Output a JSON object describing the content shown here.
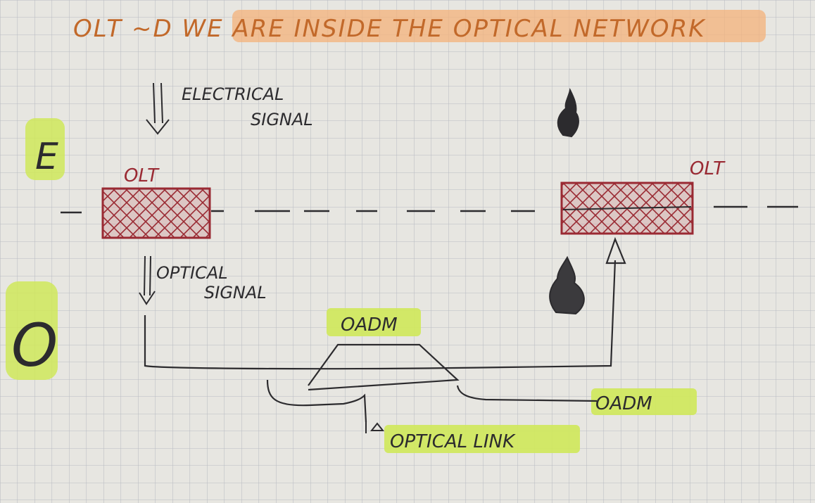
{
  "title": "OLT ~D WE ARE INSIDE THE OPTICAL NETWORK",
  "labels": {
    "electrical_signal_line1": "ELECTRICAL",
    "electrical_signal_line2": "SIGNAL",
    "olt_left": "OLT",
    "olt_right": "OLT",
    "optical_signal_line1": "OPTICAL",
    "optical_signal_line2": "SIGNAL",
    "oadm_top": "OADM",
    "oadm_right": "OADM",
    "optical_link": "OPTICAL LINK",
    "letter_e": "E",
    "letter_o": "O"
  },
  "colors": {
    "paper": "#e7e6e1",
    "grid": "#b9bcc2",
    "ink": "#2c2b2e",
    "olt_red": "#9a2a33",
    "olt_fill": "#c98b8f",
    "highlight_orange": "#f4b27a",
    "highlight_green": "#cfe85a",
    "title_orange": "#c2692a"
  },
  "icons": [
    "fire-icon-top-right",
    "fire-icon-mid-right"
  ]
}
